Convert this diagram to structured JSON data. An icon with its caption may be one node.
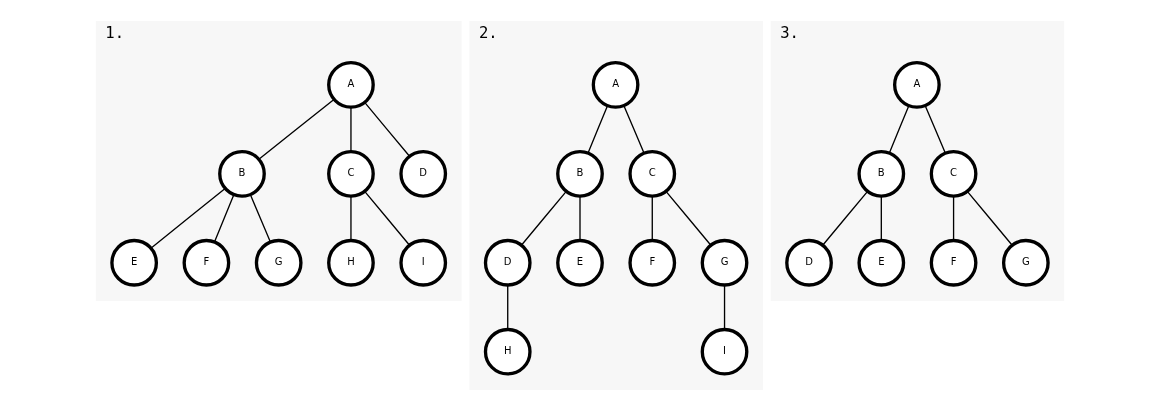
{
  "diagram": {
    "nodes": [
      {
        "text": [
          "1."
        ]
      },
      {
        "text": [
          "A"
        ],
        "in": 0
      },
      {
        "text": [
          "B"
        ],
        "in": 0
      },
      {
        "text": [
          "C"
        ],
        "in": 0
      },
      {
        "text": [
          "D"
        ],
        "in": 0
      },
      {
        "text": [
          "E"
        ],
        "in": 0
      },
      {
        "text": [
          "F"
        ],
        "in": 0
      },
      {
        "text": [
          "G"
        ],
        "in": 0
      },
      {
        "text": [
          "H"
        ],
        "in": 0
      },
      {
        "text": [
          "I"
        ],
        "in": 0
      },
      {
        "text": [
          "2."
        ]
      },
      {
        "text": [
          "A"
        ],
        "in": 10
      },
      {
        "text": [
          "B"
        ],
        "in": 10
      },
      {
        "text": [
          "C"
        ],
        "in": 10
      },
      {
        "text": [
          "D"
        ],
        "in": 10
      },
      {
        "text": [
          "E"
        ],
        "in": 10
      },
      {
        "text": [
          "F"
        ],
        "in": 10
      },
      {
        "text": [
          "G"
        ],
        "in": 10
      },
      {
        "text": [
          "H"
        ],
        "in": 10
      },
      {
        "text": [
          "I"
        ],
        "in": 10
      },
      {
        "text": [
          "3."
        ]
      },
      {
        "text": [
          "A"
        ],
        "in": 20
      },
      {
        "text": [
          "B"
        ],
        "in": 20
      },
      {
        "text": [
          "C"
        ],
        "in": 20
      },
      {
        "text": [
          "D"
        ],
        "in": 20
      },
      {
        "text": [
          "E"
        ],
        "in": 20
      },
      {
        "text": [
          "F"
        ],
        "in": 20
      },
      {
        "text": [
          "G"
        ],
        "in": 20
      }
    ],
    "edges": [
      {
        "from": 1,
        "to": 2,
        "arrow": "none"
      },
      {
        "from": 1,
        "to": 3,
        "arrow": "none"
      },
      {
        "from": 1,
        "to": 4,
        "arrow": "none"
      },
      {
        "from": 2,
        "to": 5,
        "arrow": "none"
      },
      {
        "from": 2,
        "to": 6,
        "arrow": "none"
      },
      {
        "from": 2,
        "to": 7,
        "arrow": "none"
      },
      {
        "from": 3,
        "to": 8,
        "arrow": "none"
      },
      {
        "from": 3,
        "to": 9,
        "arrow": "none"
      },
      {
        "from": 11,
        "to": 12,
        "arrow": "none"
      },
      {
        "from": 11,
        "to": 13,
        "arrow": "none"
      },
      {
        "from": 12,
        "to": 14,
        "arrow": "none"
      },
      {
        "from": 12,
        "to": 15,
        "arrow": "none"
      },
      {
        "from": 13,
        "to": 16,
        "arrow": "none"
      },
      {
        "from": 13,
        "to": 17,
        "arrow": "none"
      },
      {
        "from": 14,
        "to": 18,
        "arrow": "none"
      },
      {
        "from": 17,
        "to": 19,
        "arrow": "none"
      },
      {
        "from": 21,
        "to": 22,
        "arrow": "none"
      },
      {
        "from": 21,
        "to": 23,
        "arrow": "none"
      },
      {
        "from": 22,
        "to": 24,
        "arrow": "none"
      },
      {
        "from": 22,
        "to": 25,
        "arrow": "none"
      },
      {
        "from": 23,
        "to": 26,
        "arrow": "none"
      },
      {
        "from": 23,
        "to": 27,
        "arrow": "none"
      }
    ]
  }
}
